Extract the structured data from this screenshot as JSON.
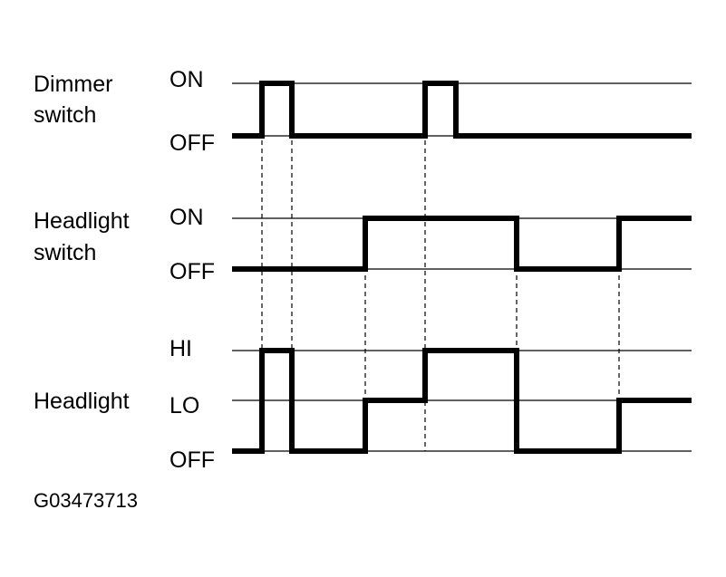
{
  "signals": [
    {
      "name_lines": [
        "Dimmer",
        "switch"
      ],
      "levels": [
        "ON",
        "OFF"
      ],
      "transitions": [
        {
          "t": 0,
          "level": "OFF"
        },
        {
          "t": 1,
          "level": "ON"
        },
        {
          "t": 2,
          "level": "OFF"
        },
        {
          "t": 4,
          "level": "ON"
        },
        {
          "t": 5,
          "level": "OFF"
        }
      ]
    },
    {
      "name_lines": [
        "Headlight",
        "switch"
      ],
      "levels": [
        "ON",
        "OFF"
      ],
      "transitions": [
        {
          "t": 0,
          "level": "OFF"
        },
        {
          "t": 3,
          "level": "ON"
        },
        {
          "t": 6,
          "level": "OFF"
        },
        {
          "t": 7,
          "level": "ON"
        }
      ]
    },
    {
      "name_lines": [
        "Headlight"
      ],
      "levels": [
        "HI",
        "LO",
        "OFF"
      ],
      "transitions": [
        {
          "t": 0,
          "level": "OFF"
        },
        {
          "t": 1,
          "level": "HI"
        },
        {
          "t": 2,
          "level": "OFF"
        },
        {
          "t": 3,
          "level": "LO"
        },
        {
          "t": 4,
          "level": "HI"
        },
        {
          "t": 6,
          "level": "OFF"
        },
        {
          "t": 7,
          "level": "LO"
        }
      ]
    }
  ],
  "figure_id": "G03473713"
}
